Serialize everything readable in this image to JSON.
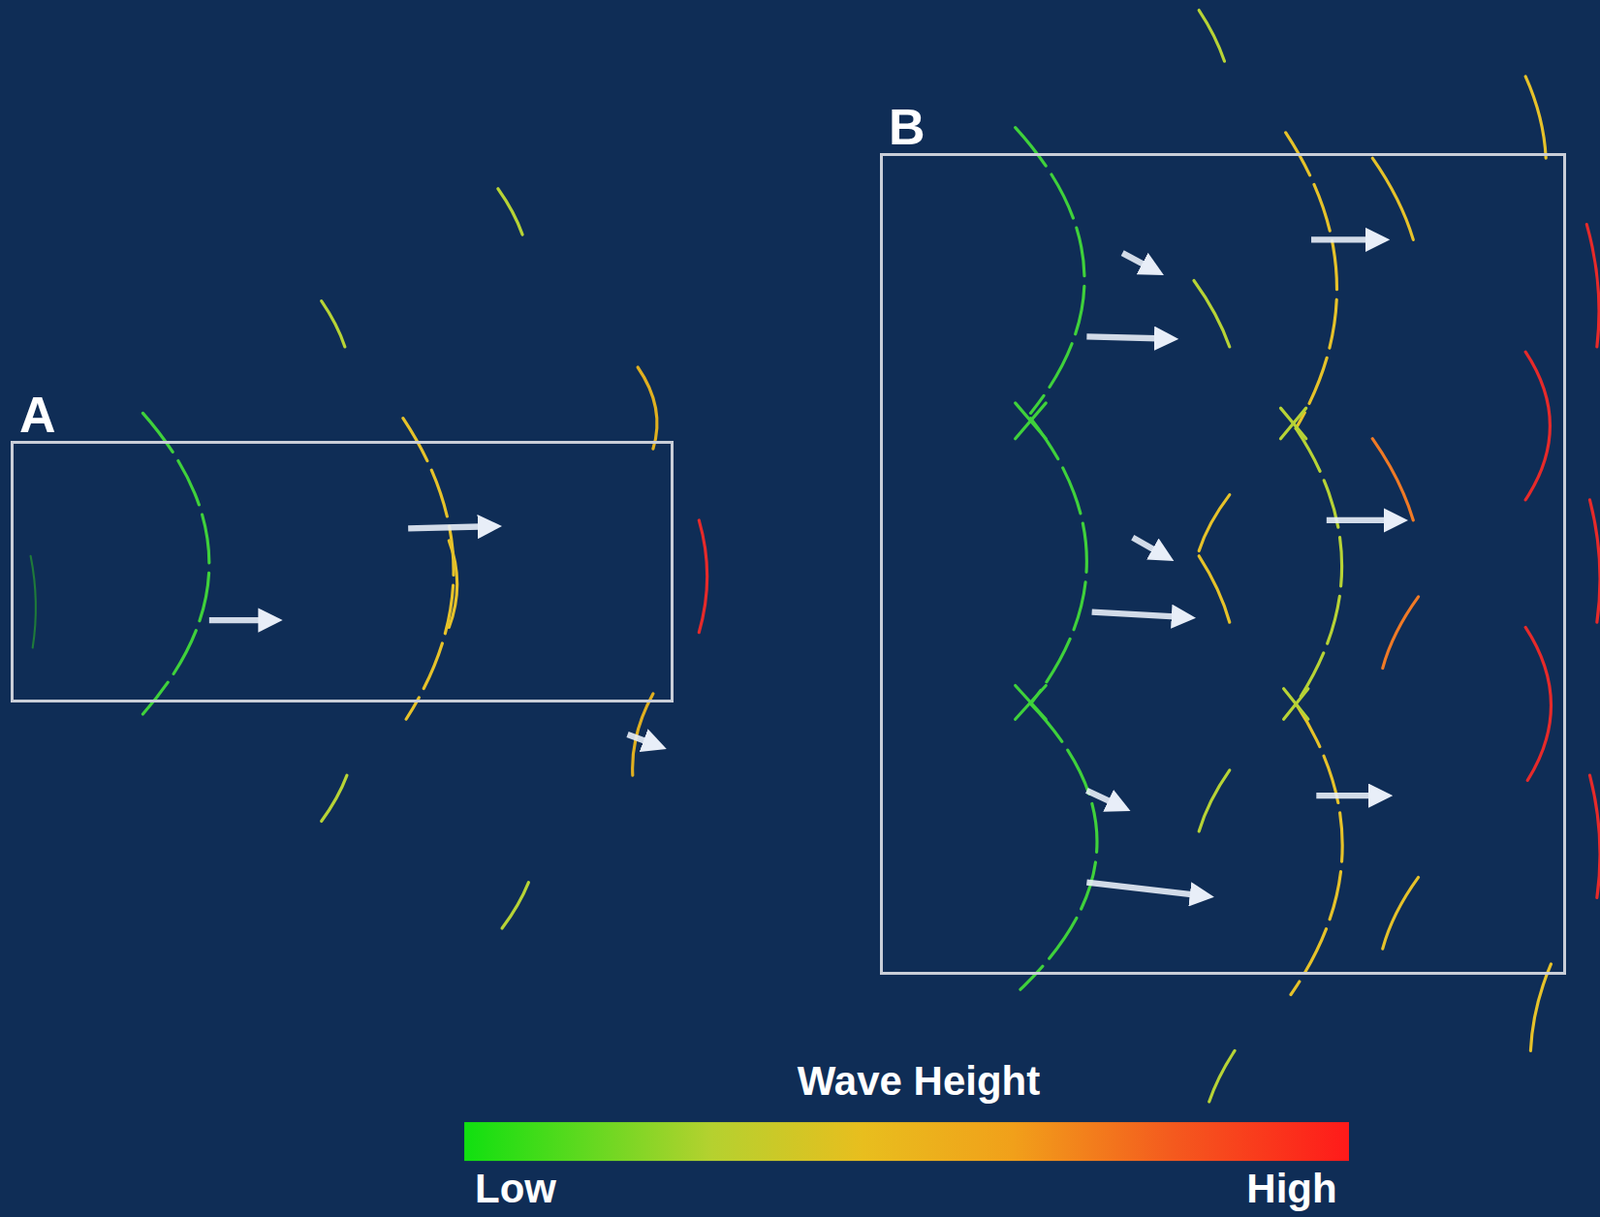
{
  "diagram": {
    "nodes": [
      {
        "text": [
          "A"
        ]
      },
      {
        "text": [
          "B"
        ]
      }
    ],
    "labels": [
      "Wave Height",
      "Low",
      "High"
    ]
  }
}
